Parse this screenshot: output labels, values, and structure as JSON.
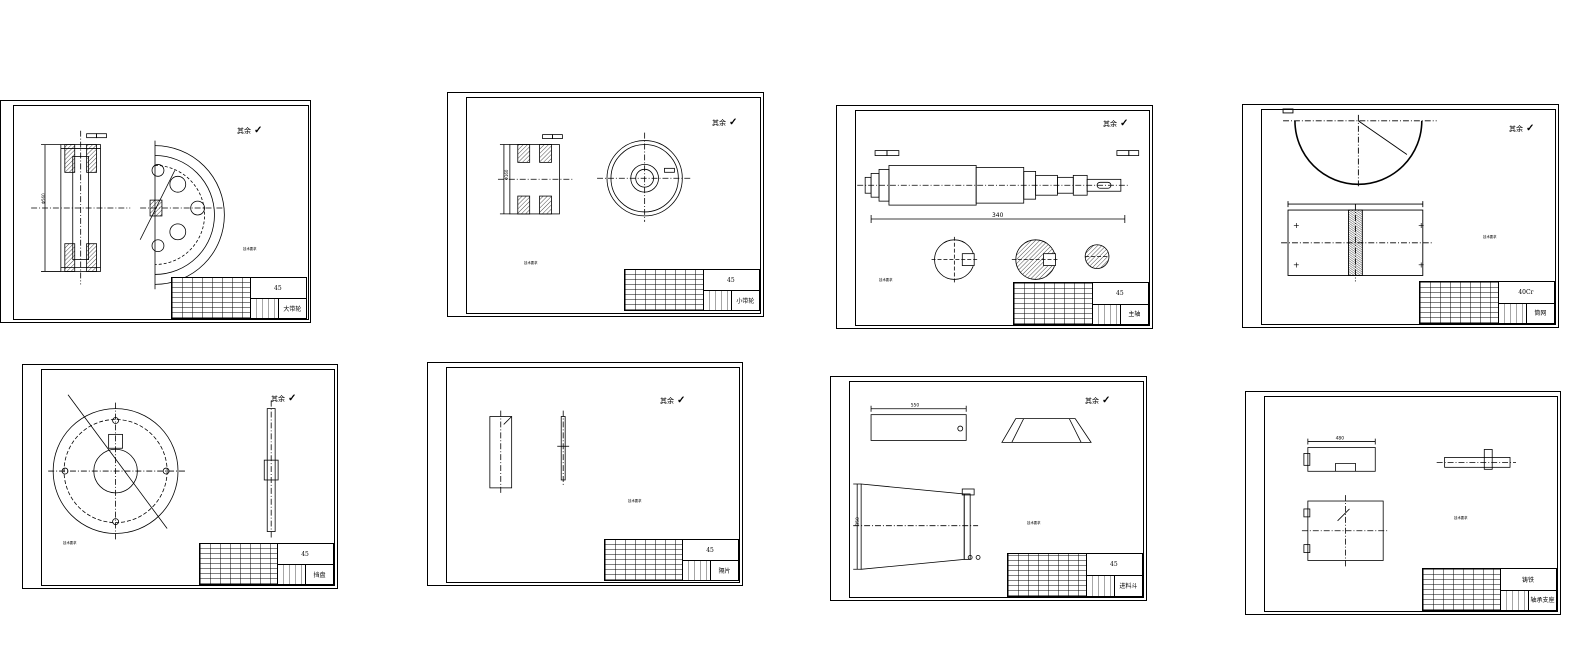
{
  "rough_label": "其余",
  "notes_title": "技术要求",
  "sheets": [
    {
      "name": "sheet-large-pulley",
      "part_name": "大带轮",
      "material": "45"
    },
    {
      "name": "sheet-small-pulley",
      "part_name": "小带轮",
      "material": "45"
    },
    {
      "name": "sheet-main-shaft",
      "part_name": "主轴",
      "material": "45",
      "dim_length": "340"
    },
    {
      "name": "sheet-drum",
      "part_name": "筒网",
      "material": "40Cr"
    },
    {
      "name": "sheet-flange",
      "part_name": "挡盘",
      "material": "45"
    },
    {
      "name": "sheet-spacer",
      "part_name": "隔片",
      "material": "45"
    },
    {
      "name": "sheet-hopper",
      "part_name": "进料斗",
      "material": "45",
      "dim_top": "550",
      "dim_left": "350"
    },
    {
      "name": "sheet-bearing-seat",
      "part_name": "轴承支座",
      "material": "铸铁",
      "dim_width": "480"
    }
  ]
}
